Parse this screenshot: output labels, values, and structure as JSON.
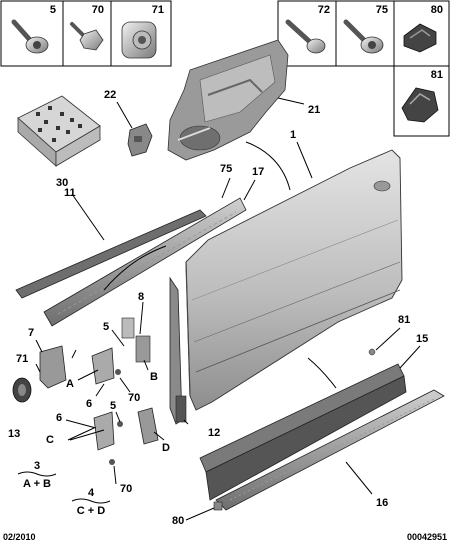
{
  "parts_boxes": [
    {
      "ref": "5",
      "icon": "screw-washer-icon"
    },
    {
      "ref": "70",
      "icon": "screw-flange-icon"
    },
    {
      "ref": "71",
      "icon": "cage-nut-icon"
    },
    {
      "ref": "72",
      "icon": "screw-pointed-icon"
    },
    {
      "ref": "75",
      "icon": "screw-washer-icon"
    },
    {
      "ref": "80",
      "icon": "plastic-clip-icon"
    },
    {
      "ref": "81",
      "icon": "retainer-clip-icon"
    }
  ],
  "callouts": {
    "c1": "1",
    "c5a": "5",
    "c5b": "5",
    "c6a": "6",
    "c6b": "6",
    "c7": "7",
    "c8": "8",
    "c11": "11",
    "c12": "12",
    "c13": "13",
    "c15": "15",
    "c16": "16",
    "c17": "17",
    "c21": "21",
    "c22": "22",
    "c30": "30",
    "c70a": "70",
    "c70b": "70",
    "c71": "71",
    "c75": "75",
    "c80": "80",
    "c81": "81",
    "cA": "A",
    "cB": "B",
    "cC": "C",
    "cD": "D"
  },
  "kits": [
    {
      "ref": "3",
      "contents": "A + B"
    },
    {
      "ref": "4",
      "contents": "C + D"
    }
  ],
  "footer": {
    "date": "02/2010",
    "code": "00042951"
  }
}
